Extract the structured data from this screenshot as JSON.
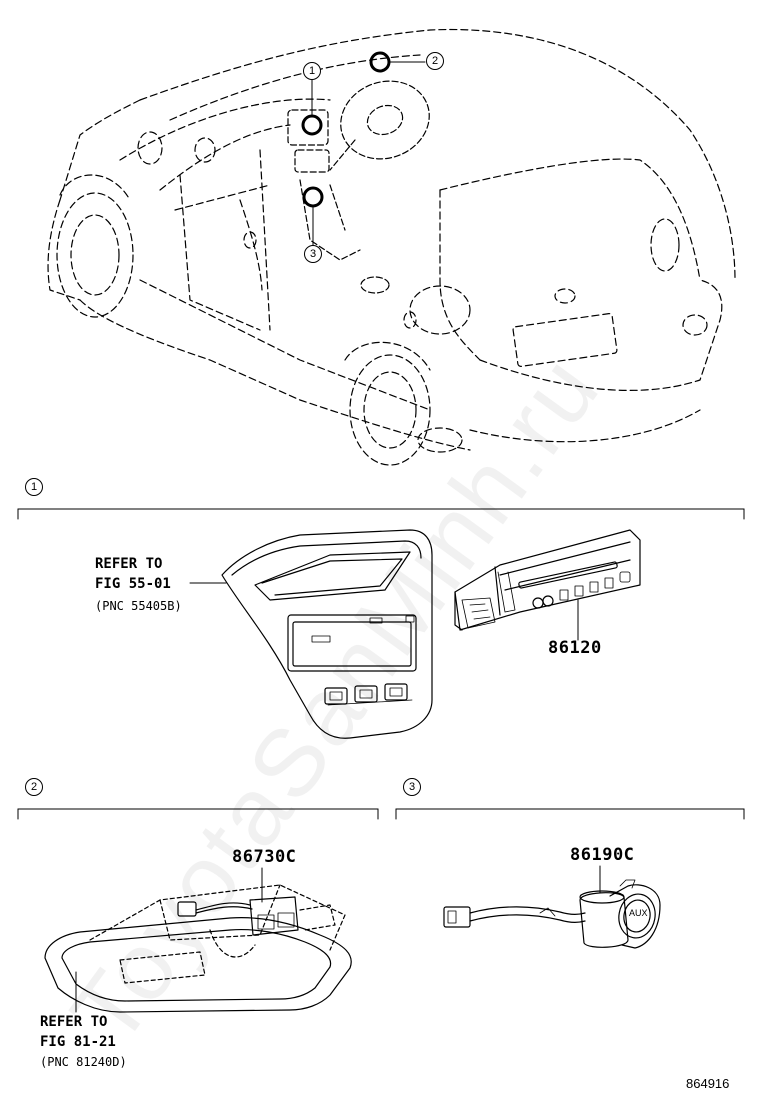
{
  "watermark": "ToyotaSanMinh.ru",
  "figure_number": "864916",
  "overview": {
    "callouts": [
      "1",
      "2",
      "3"
    ]
  },
  "section1": {
    "index": "1",
    "ref_line1": "REFER TO",
    "ref_line2": "FIG 55-01",
    "ref_pnc": "(PNC 55405B)",
    "part_number": "86120"
  },
  "section2": {
    "index": "2",
    "part_number": "86730C",
    "ref_line1": "REFER TO",
    "ref_line2": "FIG 81-21",
    "ref_pnc": "(PNC 81240D)"
  },
  "section3": {
    "index": "3",
    "part_number": "86190C",
    "socket_label": "AUX"
  }
}
